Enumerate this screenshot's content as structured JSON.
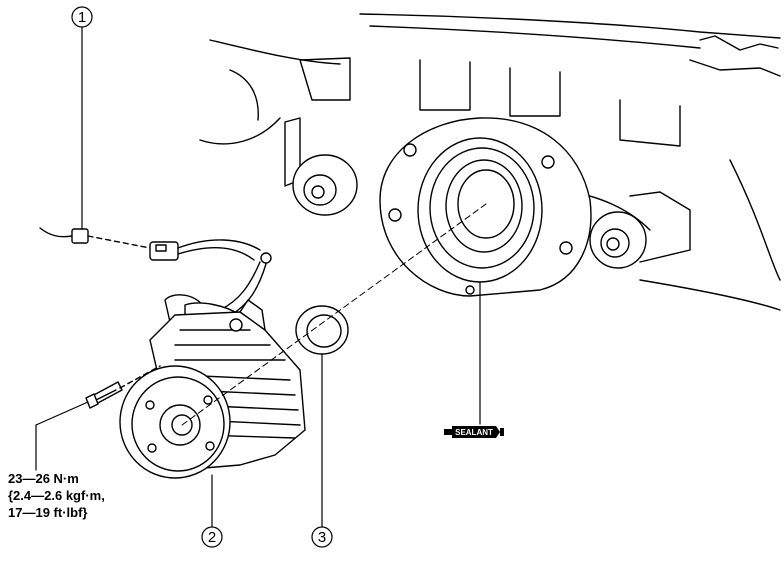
{
  "callouts": [
    {
      "number": "1"
    },
    {
      "number": "2"
    },
    {
      "number": "3"
    }
  ],
  "torque_spec": {
    "line1": "23—26 N·m",
    "line2": "{2.4—2.6 kgf·m,",
    "line3": "17—19 ft·lbf}"
  },
  "sealant_label": "SEALANT"
}
